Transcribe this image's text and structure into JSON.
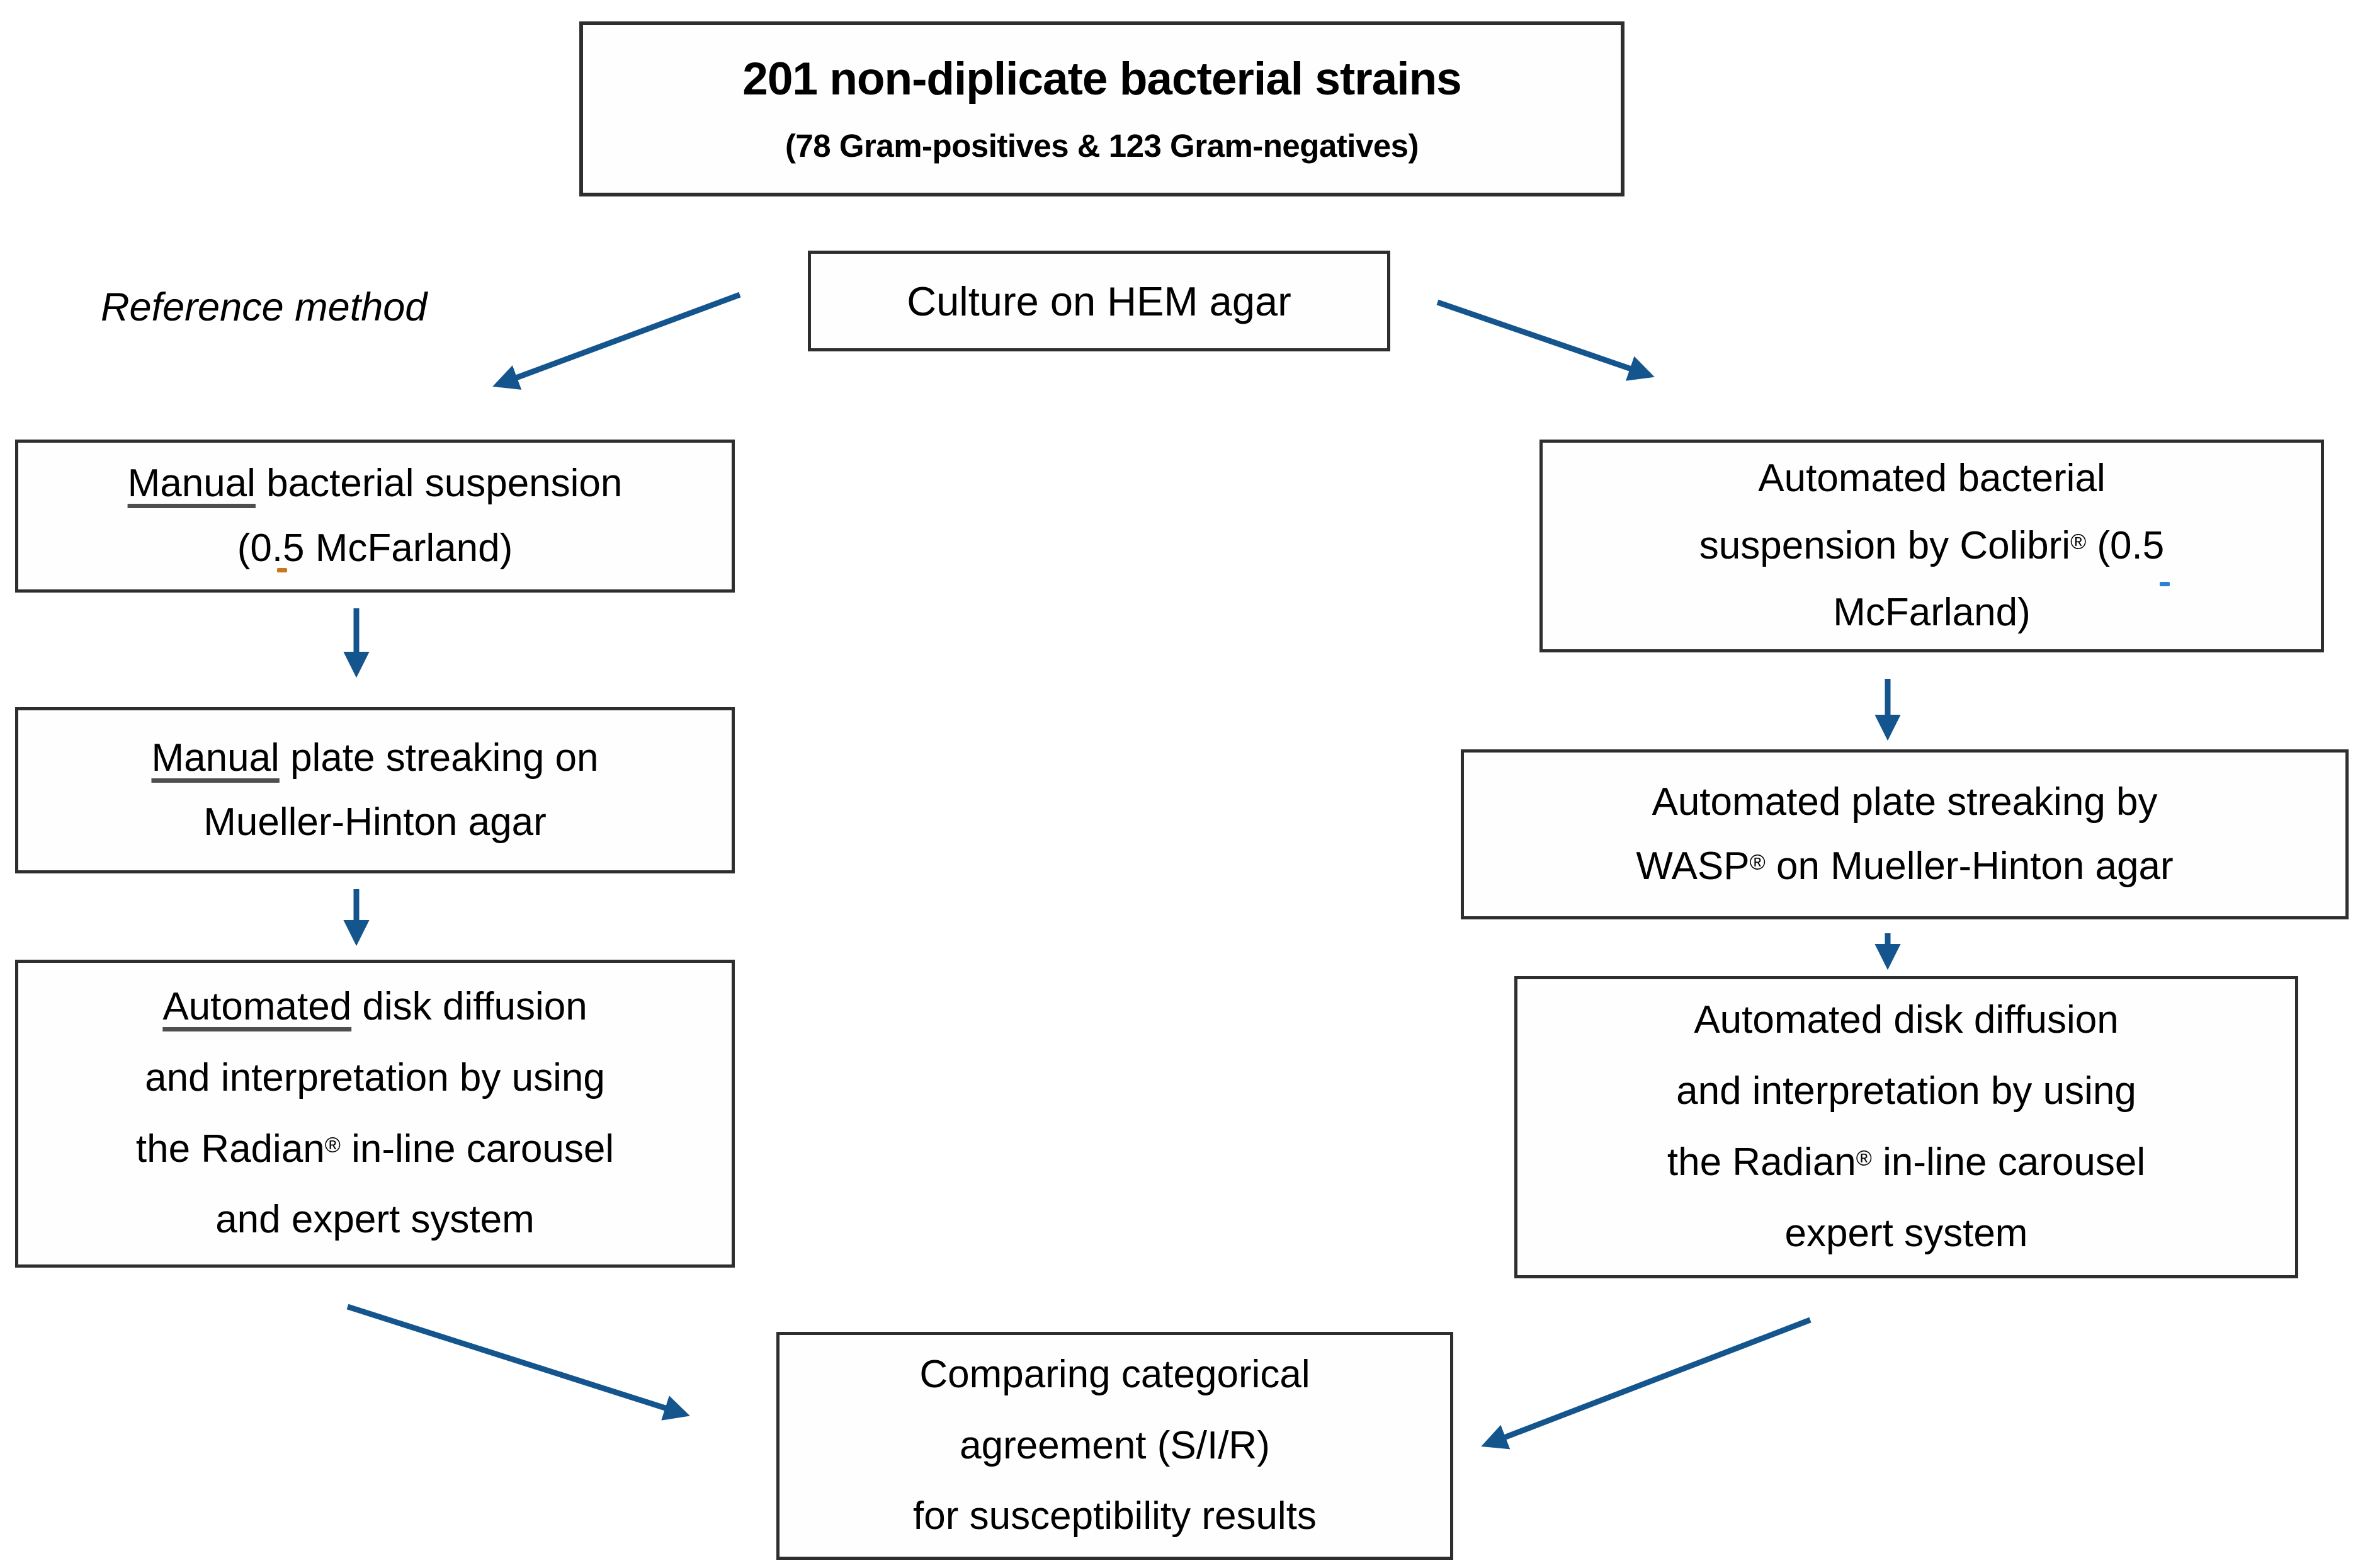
{
  "figure": {
    "background_color": "#ffffff",
    "box_border_color": "#2e2e2e",
    "arrow_color": "#14558e",
    "top_box": {
      "line1": "201 non-diplicate bacterial strains",
      "line2": "(78 Gram-positives & 123 Gram-negatives)"
    },
    "culture_box": {
      "text": "Culture on HEM agar"
    },
    "reference_label": "Reference method",
    "left_branch": [
      {
        "underlined": "Manual",
        "line1_rest": " bacterial suspension",
        "line2": "(0.5 McFarland)"
      },
      {
        "underlined": "Manual",
        "line1_rest": " plate streaking on",
        "line2": "Mueller-Hinton agar"
      },
      {
        "underlined": "Automated",
        "line1_rest": " disk diffusion",
        "line2": "and interpretation by using",
        "line3": "the Radian® in-line carousel",
        "line4": "and expert system"
      }
    ],
    "right_branch": [
      {
        "line1": "Automated bacterial",
        "line2": "suspension by Colibri® (0.5",
        "line3": "McFarland)"
      },
      {
        "line1": "Automated plate streaking by",
        "line2": "WASP® on Mueller-Hinton agar"
      },
      {
        "line1": "Automated disk diffusion",
        "line2": "and interpretation by using",
        "line3": "the Radian® in-line carousel",
        "line4": "expert system"
      }
    ],
    "bottom_box": {
      "line1": "Comparing categorical",
      "line2": "agreement (S/I/R)",
      "line3": "for susceptibility results"
    }
  }
}
